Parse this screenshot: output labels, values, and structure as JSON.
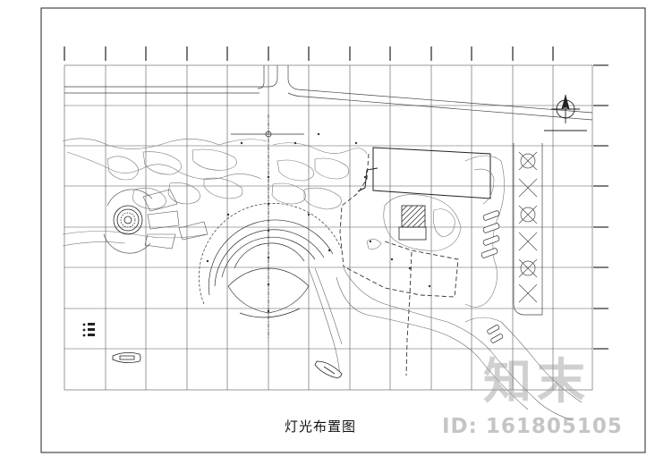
{
  "drawing": {
    "title": "灯光布置图"
  },
  "watermark": {
    "logo_text": "知末",
    "id_text": "ID: 161805105"
  },
  "colors": {
    "line": "#222222",
    "grid": "#555555",
    "light": "#888888",
    "watermark": "#969696"
  },
  "icons": [
    "north-arrow-icon",
    "boat-icon",
    "car-icon",
    "fountain-icon"
  ]
}
